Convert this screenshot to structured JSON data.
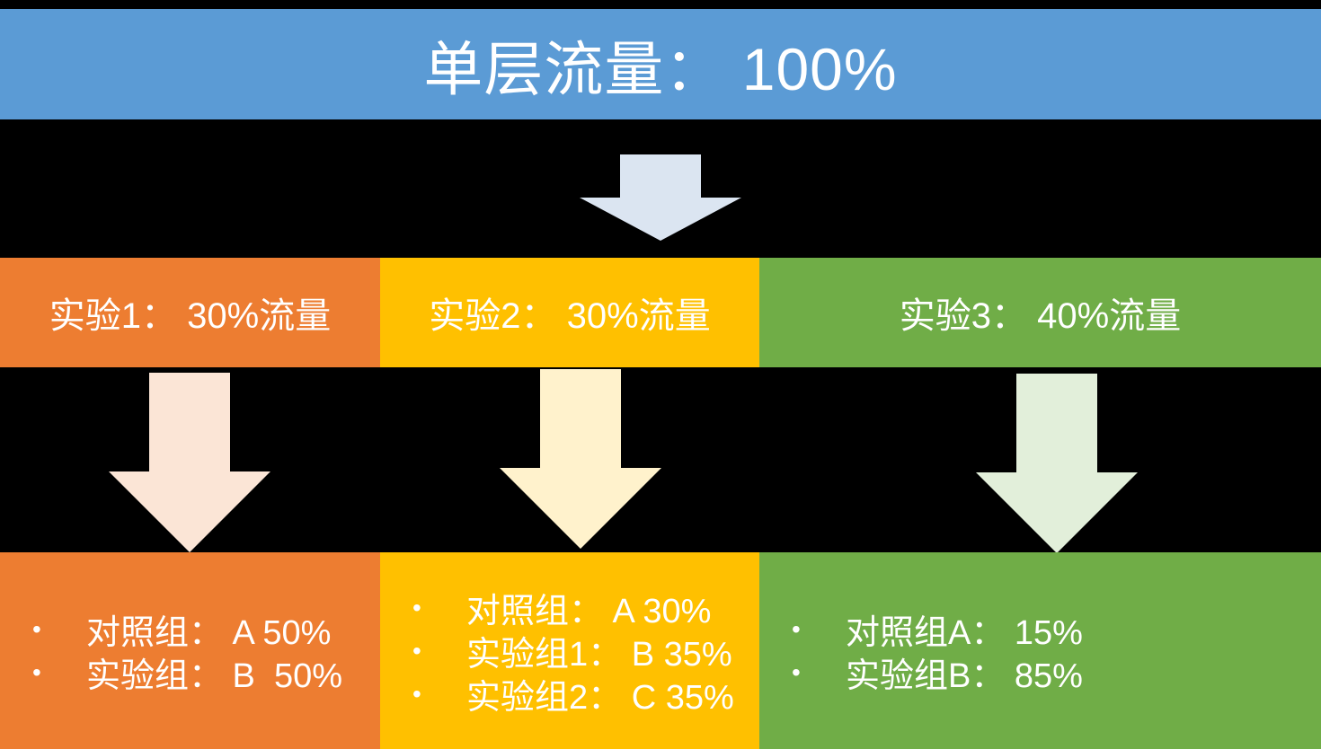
{
  "title": {
    "label": "单层流量： 100%"
  },
  "bullet": "•",
  "colors": {
    "background": "#000000",
    "text": "#FFFFFF",
    "banner": "#5B9BD5",
    "exp1": "#ED7D31",
    "exp2": "#FFC000",
    "exp3": "#70AD47",
    "arrow_top": "#DBE5F1",
    "arrow1": "#FBE5D6",
    "arrow2": "#FFF2CC",
    "arrow3": "#E2EFDA"
  },
  "experiments": [
    {
      "bar_label": "实验1： 30%流量",
      "groups": [
        "对照组： A 50%",
        "实验组： B  50%"
      ]
    },
    {
      "bar_label": "实验2： 30%流量",
      "groups": [
        "对照组： A 30%",
        "实验组1： B 35%",
        "实验组2： C 35%"
      ]
    },
    {
      "bar_label": "实验3： 40%流量",
      "groups": [
        "对照组A： 15%",
        "实验组B： 85%"
      ]
    }
  ]
}
